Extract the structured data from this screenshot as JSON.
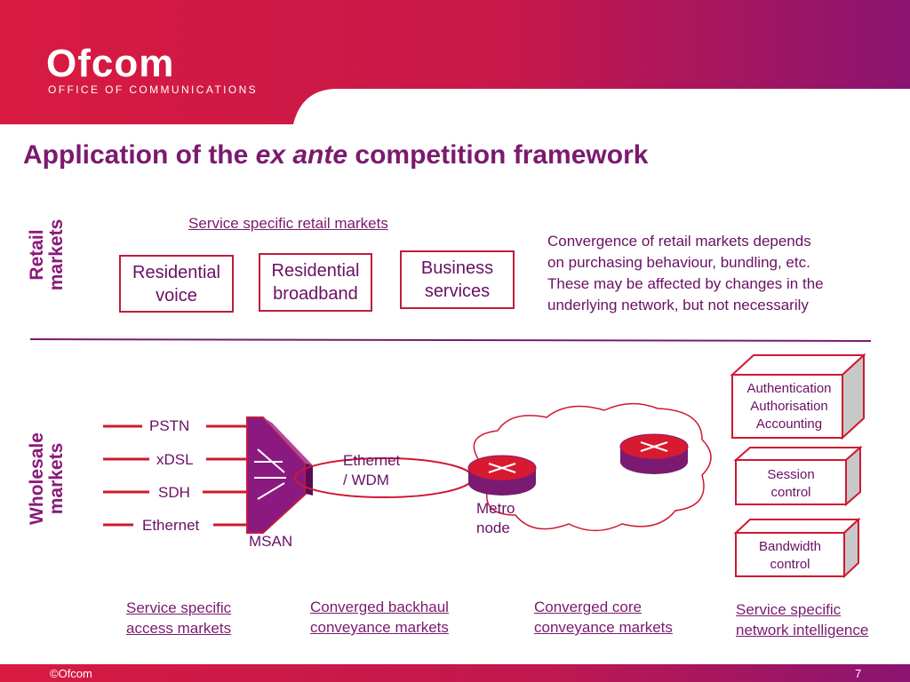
{
  "header": {
    "logo_text": "Ofcom",
    "logo_subtitle": "OFFICE OF COMMUNICATIONS"
  },
  "title": {
    "part1": "Application of the ",
    "part2": "ex ante",
    "part3": " competition framework"
  },
  "retail": {
    "side_label_line1": "Retail",
    "side_label_line2": "markets",
    "heading": "Service specific retail markets",
    "boxes": [
      {
        "line1": "Residential",
        "line2": "voice"
      },
      {
        "line1": "Residential",
        "line2": "broadband"
      },
      {
        "line1": "Business",
        "line2": "services"
      }
    ],
    "note_lines": [
      "Convergence of retail markets depends",
      "on purchasing behaviour, bundling, etc.",
      "These may be affected by changes in the",
      "underlying network, but not necessarily"
    ]
  },
  "wholesale": {
    "side_label_line1": "Wholesale",
    "side_label_line2": "markets",
    "access_lines": [
      "PSTN",
      "xDSL",
      "SDH",
      "Ethernet"
    ],
    "msan_label": "MSAN",
    "backhaul_label_line1": "Ethernet",
    "backhaul_label_line2": "/ WDM",
    "metro_label_line1": "Metro",
    "metro_label_line2": "node",
    "intelligence_boxes": [
      {
        "lines": [
          "Authentication",
          "Authorisation",
          "Accounting"
        ]
      },
      {
        "lines": [
          "Session",
          "control"
        ]
      },
      {
        "lines": [
          "Bandwidth",
          "control"
        ]
      }
    ],
    "market_labels": [
      {
        "line1": "Service specific",
        "line2": "access markets"
      },
      {
        "line1": "Converged backhaul",
        "line2": "conveyance markets"
      },
      {
        "line1": "Converged core",
        "line2": "conveyance markets"
      },
      {
        "line1": "Service specific",
        "line2": "network intelligence"
      }
    ]
  },
  "footer": {
    "copyright": "©Ofcom",
    "page_number": "7"
  },
  "colors": {
    "brand_red": "#e0143c",
    "brand_purple": "#7a1a6e",
    "line_red": "#d01830"
  }
}
